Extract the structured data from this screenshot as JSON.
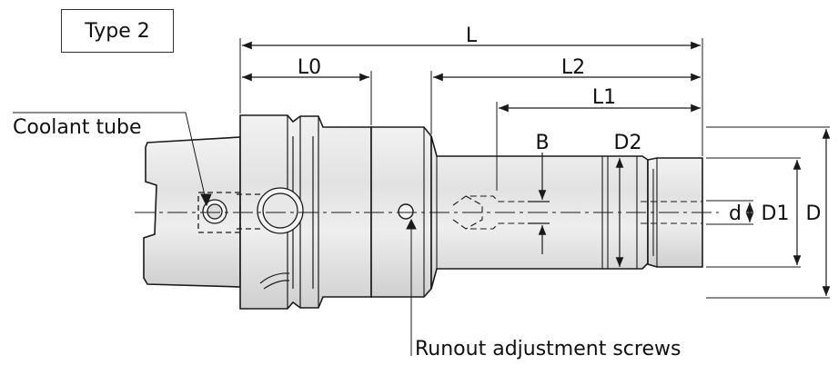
{
  "type_label": "Type 2",
  "callouts": {
    "coolant_tube": "Coolant tube",
    "runout_screws": "Runout adjustment screws"
  },
  "dimensions": {
    "L": "L",
    "L0": "L0",
    "L2": "L2",
    "L1": "L1",
    "B": "B",
    "D2": "D2",
    "d": "d",
    "D1": "D1",
    "D": "D"
  },
  "colors": {
    "body_fill": "#e4e4e4",
    "body_dark": "#b9b9b9",
    "line": "#1a1a1a"
  }
}
